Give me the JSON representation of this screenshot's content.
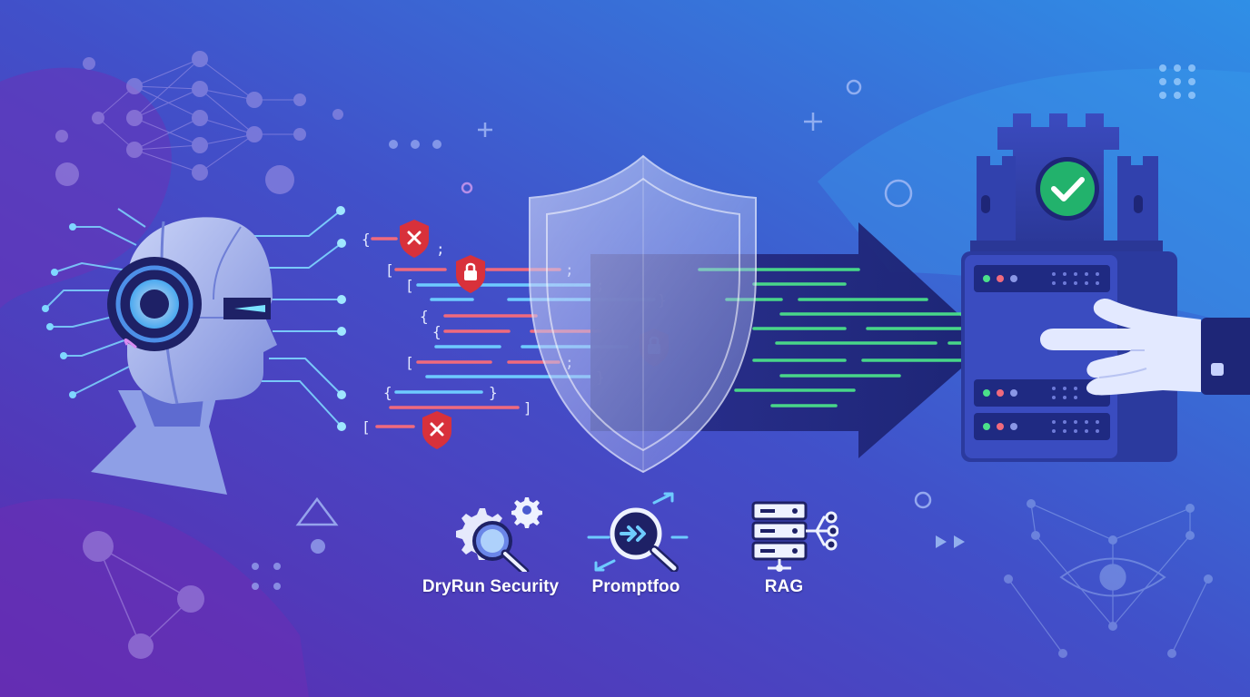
{
  "tools": [
    {
      "label": "DryRun Security",
      "icon": "gear-magnifier-icon"
    },
    {
      "label": "Promptfoo",
      "icon": "magnifier-arrows-icon"
    },
    {
      "label": "RAG",
      "icon": "server-stack-network-icon"
    }
  ],
  "code_glyphs": [
    "{",
    ";",
    "[",
    ";",
    "[",
    ";",
    "}",
    "{",
    "{",
    "[",
    ";",
    "}",
    "{",
    "}",
    "]",
    "["
  ],
  "colors": {
    "background_left": "#5b2bb0",
    "background_right": "#2f8fe6",
    "shield": "#b9c4f2",
    "alert_red": "#d8313b",
    "success_green": "#22b26c",
    "code_line_red": "#f06a7d",
    "code_line_blue": "#6ecbff",
    "code_line_green": "#4be08a",
    "server": "#2b3a9e"
  }
}
